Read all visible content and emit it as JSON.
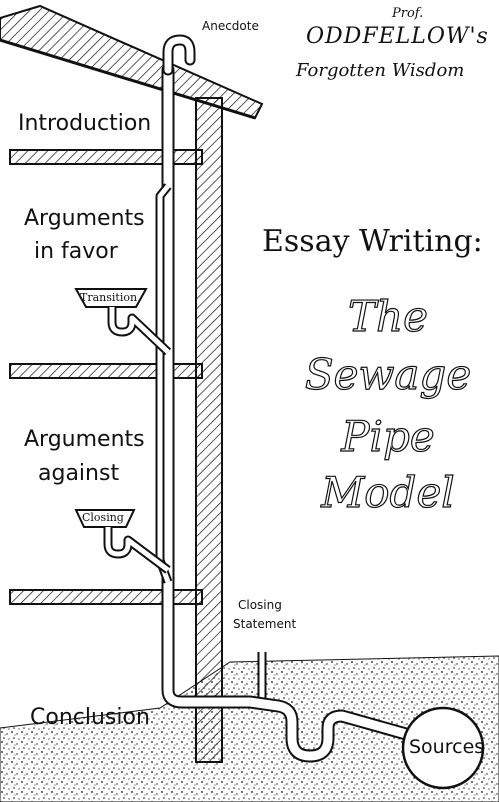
{
  "brand": {
    "prefix": "Prof.",
    "name": "ODDFELLOW's",
    "tagline": "Forgotten Wisdom"
  },
  "title": {
    "line1": "Essay Writing:",
    "words": [
      "The",
      "Sewage",
      "Pipe",
      "Model"
    ]
  },
  "sections": {
    "introduction": "Introduction",
    "arguments_favor_1": "Arguments",
    "arguments_favor_2": "in favor",
    "arguments_against_1": "Arguments",
    "arguments_against_2": "against",
    "conclusion": "Conclusion"
  },
  "pipe_labels": {
    "anecdote": "Anecdote",
    "transition": "Transition",
    "closing": "Closing",
    "closing_statement_1": "Closing",
    "closing_statement_2": "Statement",
    "sources": "Sources"
  },
  "colors": {
    "ink": "#111111",
    "paper": "#ffffff",
    "ground": "#cfcfcf"
  }
}
